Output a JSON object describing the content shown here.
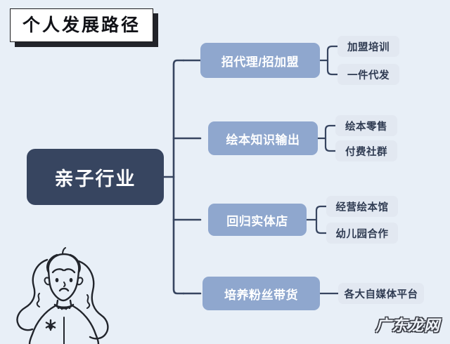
{
  "page": {
    "background_color": "#e8eff7",
    "title": "个人发展路径"
  },
  "colors": {
    "root_node": "#374560",
    "level2_node": "#8fa7ce",
    "level3_node": "#e2e8f1",
    "connector": "#374560",
    "title_text": "#111217",
    "level3_text": "#2f3b52"
  },
  "root": {
    "label": "亲子行业"
  },
  "branches": [
    {
      "label": "招代理/招加盟",
      "children": [
        {
          "label": "加盟培训"
        },
        {
          "label": "一件代发"
        }
      ]
    },
    {
      "label": "绘本知识输出",
      "children": [
        {
          "label": "绘本零售"
        },
        {
          "label": "付费社群"
        }
      ]
    },
    {
      "label": "回归实体店",
      "children": [
        {
          "label": "经营绘本馆"
        },
        {
          "label": "幼儿园合作"
        }
      ]
    },
    {
      "label": "培养粉丝带货",
      "children": [
        {
          "label": "各大自媒体平台"
        }
      ]
    }
  ],
  "illustration": {
    "name": "worried-girl-doodle"
  },
  "watermark": {
    "text": "广东龙网"
  }
}
